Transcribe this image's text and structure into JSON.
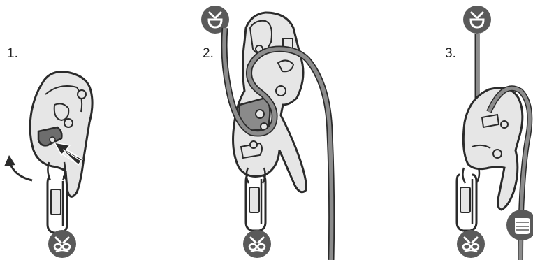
{
  "steps": [
    {
      "label": "1."
    },
    {
      "label": "2."
    },
    {
      "label": "3."
    }
  ],
  "icons": {
    "anchor": "anchor-icon",
    "harness": "harness-icon",
    "hand": "hand-grip-icon",
    "rotate_arrow": "rotate-arrow-icon",
    "push_arrow": "push-arrow-icon"
  },
  "colors": {
    "device": "#e6e6e6",
    "outline": "#2b2b2b",
    "rope": "#8c8c8c",
    "icon_bg": "#5a5a5a",
    "cam_dark": "#6d6d6d",
    "arrow": "#333333"
  }
}
